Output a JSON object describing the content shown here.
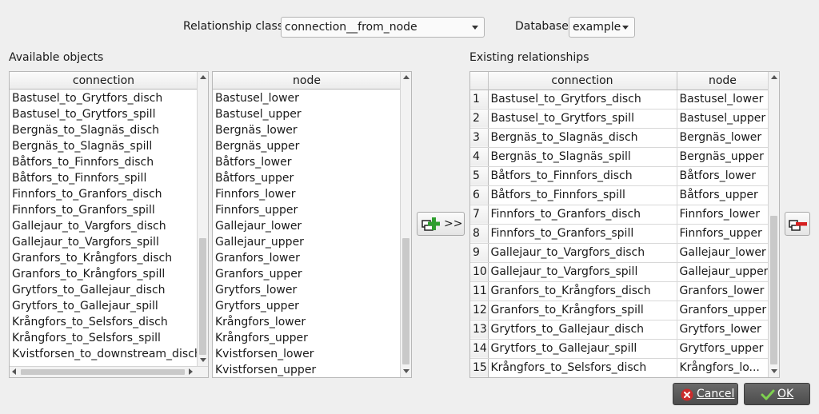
{
  "top": {
    "relationship_class_label": "Relationship class",
    "relationship_class_value": "connection__from_node",
    "database_label": "Database",
    "database_value": "example"
  },
  "available": {
    "title": "Available objects",
    "connection_header": "connection",
    "node_header": "node",
    "connections": [
      "Bastusel_to_Grytfors_disch",
      "Bastusel_to_Grytfors_spill",
      "Bergnäs_to_Slagnäs_disch",
      "Bergnäs_to_Slagnäs_spill",
      "Båtfors_to_Finnfors_disch",
      "Båtfors_to_Finnfors_spill",
      "Finnfors_to_Granfors_disch",
      "Finnfors_to_Granfors_spill",
      "Gallejaur_to_Vargfors_disch",
      "Gallejaur_to_Vargfors_spill",
      "Granfors_to_Krångfors_disch",
      "Granfors_to_Krångfors_spill",
      "Grytfors_to_Gallejaur_disch",
      "Grytfors_to_Gallejaur_spill",
      "Krångfors_to_Selsfors_disch",
      "Krångfors_to_Selsfors_spill",
      "Kvistforsen_to_downstream_disch"
    ],
    "nodes": [
      "Bastusel_lower",
      "Bastusel_upper",
      "Bergnäs_lower",
      "Bergnäs_upper",
      "Båtfors_lower",
      "Båtfors_upper",
      "Finnfors_lower",
      "Finnfors_upper",
      "Gallejaur_lower",
      "Gallejaur_upper",
      "Granfors_lower",
      "Granfors_upper",
      "Grytfors_lower",
      "Grytfors_upper",
      "Krångfors_lower",
      "Krångfors_upper",
      "Kvistforsen_lower",
      "Kvistforsen_upper"
    ]
  },
  "add_button_label": ">>",
  "existing": {
    "title": "Existing relationships",
    "connection_header": "connection",
    "node_header": "node",
    "rows": [
      {
        "n": "1",
        "connection": "Bastusel_to_Grytfors_disch",
        "node": "Bastusel_lower"
      },
      {
        "n": "2",
        "connection": "Bastusel_to_Grytfors_spill",
        "node": "Bastusel_upper"
      },
      {
        "n": "3",
        "connection": "Bergnäs_to_Slagnäs_disch",
        "node": "Bergnäs_lower"
      },
      {
        "n": "4",
        "connection": "Bergnäs_to_Slagnäs_spill",
        "node": "Bergnäs_upper"
      },
      {
        "n": "5",
        "connection": "Båtfors_to_Finnfors_disch",
        "node": "Båtfors_lower"
      },
      {
        "n": "6",
        "connection": "Båtfors_to_Finnfors_spill",
        "node": "Båtfors_upper"
      },
      {
        "n": "7",
        "connection": "Finnfors_to_Granfors_disch",
        "node": "Finnfors_lower"
      },
      {
        "n": "8",
        "connection": "Finnfors_to_Granfors_spill",
        "node": "Finnfors_upper"
      },
      {
        "n": "9",
        "connection": "Gallejaur_to_Vargfors_disch",
        "node": "Gallejaur_lower"
      },
      {
        "n": "10",
        "connection": "Gallejaur_to_Vargfors_spill",
        "node": "Gallejaur_upper"
      },
      {
        "n": "11",
        "connection": "Granfors_to_Krångfors_disch",
        "node": "Granfors_lower"
      },
      {
        "n": "12",
        "connection": "Granfors_to_Krångfors_spill",
        "node": "Granfors_upper"
      },
      {
        "n": "13",
        "connection": "Grytfors_to_Gallejaur_disch",
        "node": "Grytfors_lower"
      },
      {
        "n": "14",
        "connection": "Grytfors_to_Gallejaur_spill",
        "node": "Grytfors_upper"
      },
      {
        "n": "15",
        "connection": "Krångfors_to_Selsfors_disch",
        "node": "Krångfors_lo..."
      }
    ]
  },
  "buttons": {
    "cancel": "Cancel",
    "ok": "OK"
  },
  "colors": {
    "add_icon_green": "#2e9e2e",
    "remove_icon_red": "#d62020",
    "cancel_icon_red": "#cc2b2b",
    "ok_icon_green": "#7ed04f"
  },
  "icons": {
    "add": "add-relationship-icon",
    "remove": "remove-relationship-icon",
    "cancel": "cancel-icon",
    "ok": "ok-check-icon"
  }
}
